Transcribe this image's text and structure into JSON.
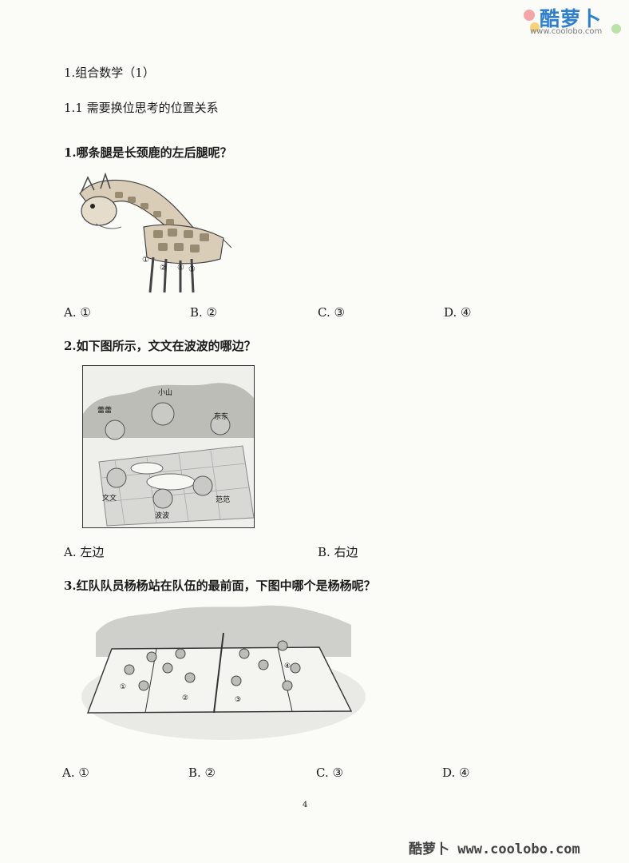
{
  "brand": {
    "logo_text": "酷萝卜",
    "logo_url": "www.coolobo.com",
    "footer": "酷萝卜 www.coolobo.com"
  },
  "section": {
    "title": "1.组合数学（1）",
    "subtitle": "1.1 需要换位思考的位置关系"
  },
  "questions": [
    {
      "text": "1.哪条腿是长颈鹿的左后腿呢？",
      "figure_labels": [
        "①",
        "②",
        "④",
        "③"
      ],
      "options": [
        "A. ①",
        "B. ②",
        "C. ③",
        "D. ④"
      ]
    },
    {
      "text": "2.如下图所示，文文在波波的哪边？",
      "figure_labels": [
        "小山",
        "蕾蕾",
        "东东",
        "文文",
        "范范",
        "波波"
      ],
      "options": [
        "A.  左边",
        "B.  右边"
      ]
    },
    {
      "text": "3.红队队员杨杨站在队伍的最前面，下图中哪个是杨杨呢？",
      "figure_labels": [
        "①",
        "②",
        "③",
        "④"
      ],
      "options": [
        "A. ①",
        "B. ②",
        "C. ③",
        "D. ④"
      ]
    }
  ],
  "page_number": "4"
}
